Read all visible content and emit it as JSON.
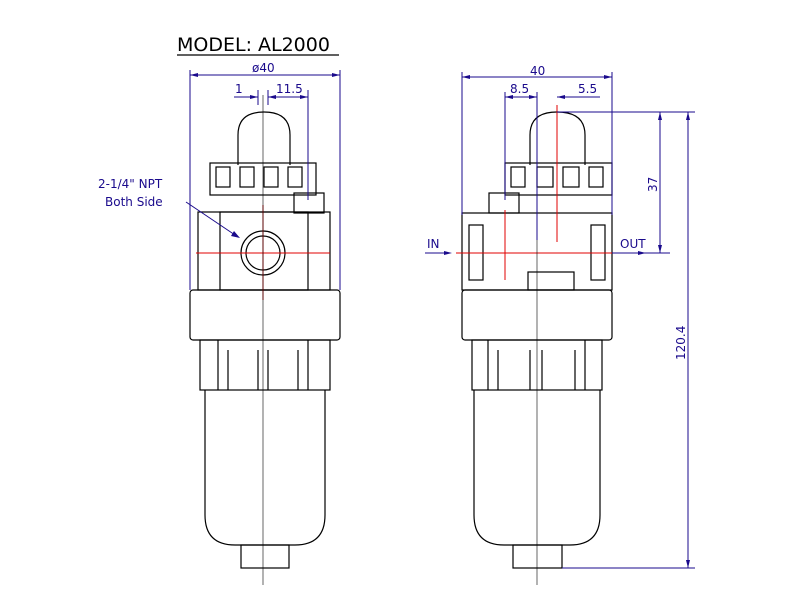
{
  "title": "MODEL: AL2000",
  "front_view": {
    "dim_diameter": "ø40",
    "dim_offset_left": "1",
    "dim_offset_right": "11.5",
    "port_note_line1": "2-1/4\" NPT",
    "port_note_line2": "Both Side"
  },
  "side_view": {
    "dim_width": "40",
    "dim_left": "8.5",
    "dim_right": "5.5",
    "dim_height_top": "37",
    "dim_total_height": "120.4",
    "inlet_label": "IN",
    "outlet_label": "OUT"
  },
  "colors": {
    "dimension": "#1a0a8c",
    "centerline": "#e00000",
    "outline": "#000000"
  }
}
